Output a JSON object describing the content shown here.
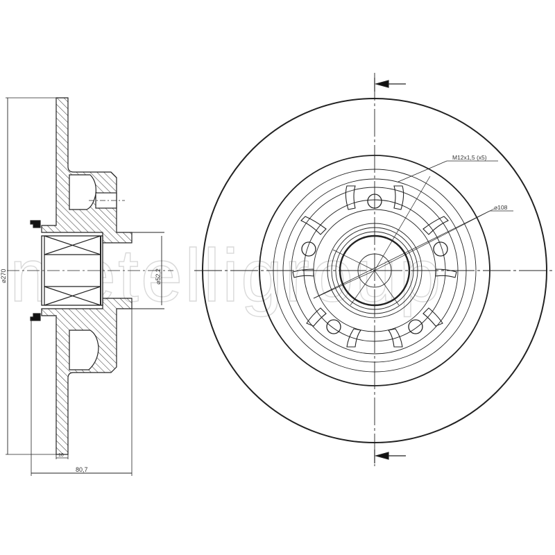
{
  "watermark": "metelligroup",
  "side_view": {
    "dimensions": {
      "outer_diameter": "⌀270",
      "bore_diameter": "⌀52,2",
      "total_height": "80,7",
      "disc_thickness": "10"
    }
  },
  "front_view": {
    "callouts": {
      "bolt_thread": "M12x1,5  (x5)",
      "pitch_circle": "⌀108"
    },
    "bolt_count": 5
  },
  "colors": {
    "line": "#222222",
    "hatch": "#444444",
    "watermark": "#d9d9d9",
    "background": "#ffffff"
  }
}
